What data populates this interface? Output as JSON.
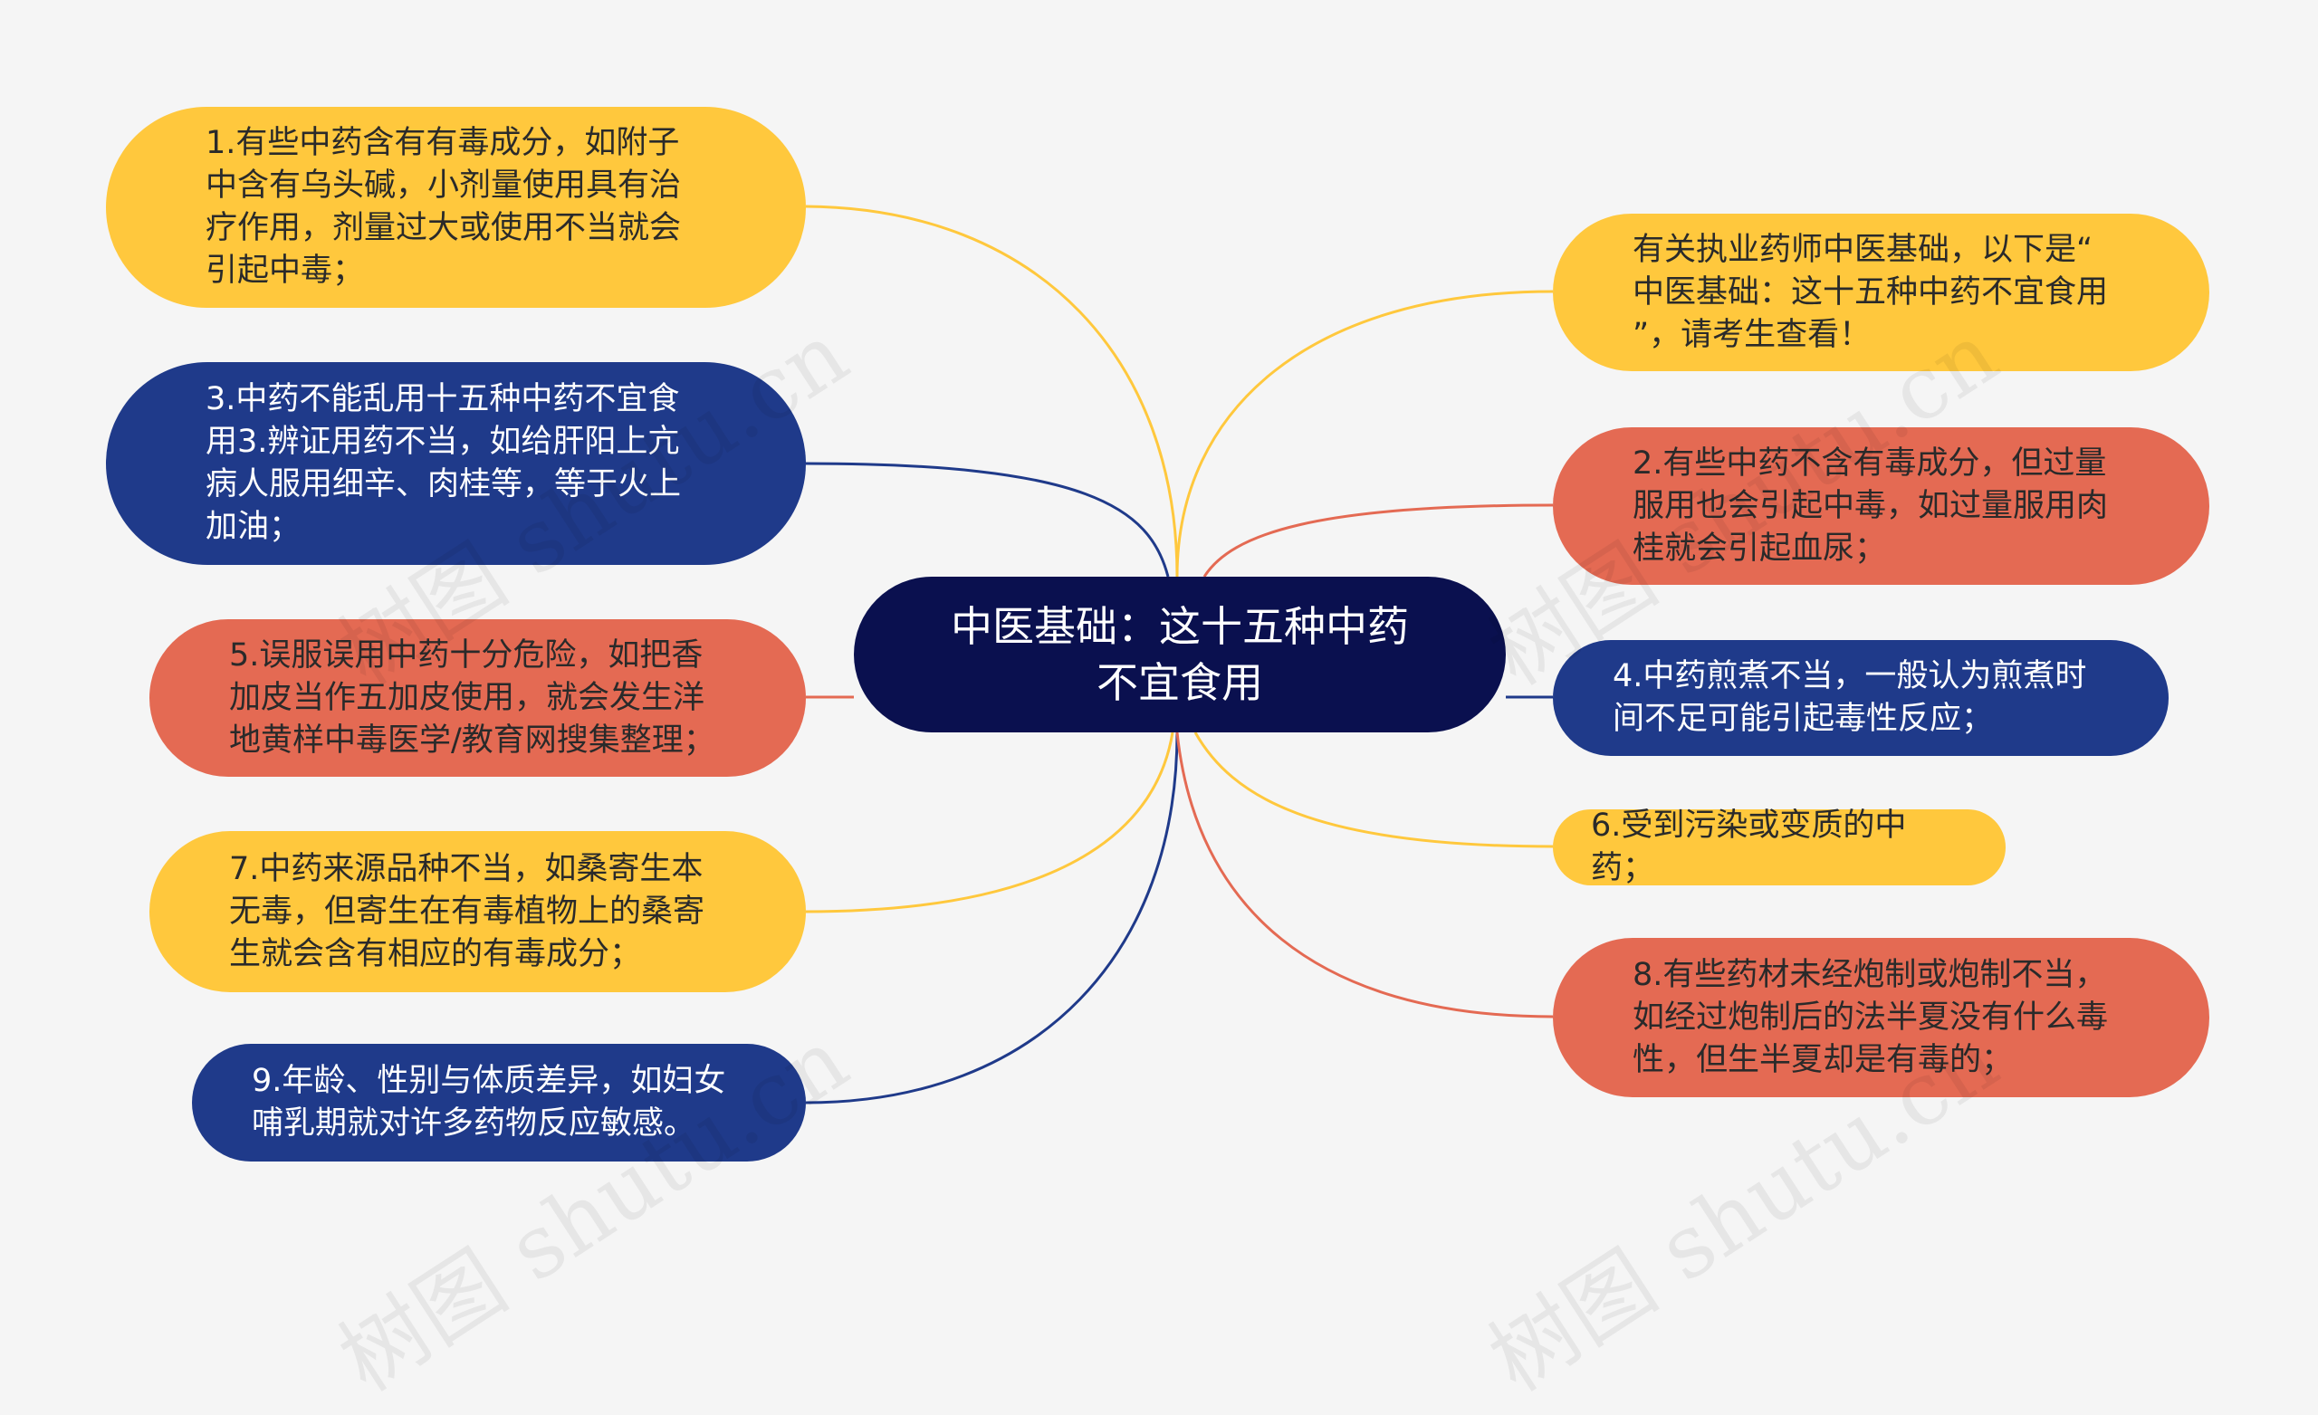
{
  "central": {
    "text": "中医基础：这十五种中药\n不宜食用",
    "color": "#0a104f"
  },
  "nodes": [
    {
      "id": "n1",
      "side": "left",
      "color": "yellow",
      "text": "1.有些中药含有有毒成分，如附子\n中含有乌头碱，小剂量使用具有治\n疗作用，剂量过大或使用不当就会\n引起中毒；"
    },
    {
      "id": "n3",
      "side": "left",
      "color": "navy",
      "text": "3.中药不能乱用十五种中药不宜食\n用3.辨证用药不当，如给肝阳上亢\n病人服用细辛、肉桂等，等于火上\n加油；"
    },
    {
      "id": "n5",
      "side": "left",
      "color": "coral",
      "text": "5.误服误用中药十分危险，如把香\n加皮当作五加皮使用，就会发生洋\n地黄样中毒医学/教育网搜集整理；"
    },
    {
      "id": "n7",
      "side": "left",
      "color": "yellow",
      "text": "7.中药来源品种不当，如桑寄生本\n无毒，但寄生在有毒植物上的桑寄\n生就会含有相应的有毒成分；"
    },
    {
      "id": "n9",
      "side": "left",
      "color": "navy",
      "text": "9.年龄、性别与体质差异，如妇女\n哺乳期就对许多药物反应敏感。"
    },
    {
      "id": "n0",
      "side": "right",
      "color": "yellow",
      "text": "有关执业药师中医基础，以下是“\n中医基础：这十五种中药不宜食用\n”，请考生查看！"
    },
    {
      "id": "n2",
      "side": "right",
      "color": "coral",
      "text": "2.有些中药不含有毒成分，但过量\n服用也会引起中毒，如过量服用肉\n桂就会引起血尿；"
    },
    {
      "id": "n4",
      "side": "right",
      "color": "navy",
      "text": "4.中药煎煮不当，一般认为煎煮时\n间不足可能引起毒性反应；"
    },
    {
      "id": "n6",
      "side": "right",
      "color": "yellow",
      "text": "6.受到污染或变质的中药；"
    },
    {
      "id": "n8",
      "side": "right",
      "color": "coral",
      "text": "8.有些药材未经炮制或炮制不当，\n如经过炮制后的法半夏没有什么毒\n性，但生半夏却是有毒的；"
    }
  ],
  "colors": {
    "yellow": "#ffc83d",
    "navy": "#1f3a8a",
    "coral": "#e46a53",
    "background": "#f5f5f5"
  },
  "watermark": "树图 shutu.cn"
}
